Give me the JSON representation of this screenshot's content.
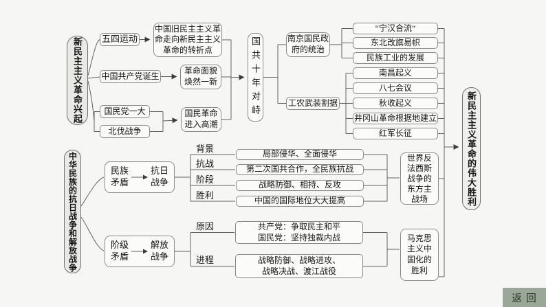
{
  "rise": {
    "root": "新民主主义革命兴起",
    "may4": "五四运动",
    "may4_result": "中国旧民主主义革\n命走向新民主主义\n革命的转折点",
    "ccp_birth": "中国共产党诞生",
    "ccp_result": "革命面貌\n焕然一新",
    "kmt_congress": "国民党一大",
    "northern_expedition": "北伐战争",
    "national_revolution": "国民革命\n进入高潮",
    "standoff": "国共十年对峙",
    "nanjing_gov": "南京国民政\n府的统治",
    "nanjing_items": [
      "“宁汉合流”",
      "东北改旗易帜",
      "民族工业的发展"
    ],
    "armed_separation": "工农武装割据",
    "armed_items": [
      "南昌起义",
      "八七会议",
      "秋收起义",
      "井冈山革命根据地建立",
      "红军长征"
    ]
  },
  "wars": {
    "root": "中华民族的抗日战争和解放战争",
    "national_conflict": "民族\n矛盾",
    "anti_japanese_war": "抗日\n战争",
    "aj_rows": [
      {
        "label": "背景",
        "text": "局部侵华、全面侵华"
      },
      {
        "label": "抗战",
        "text": "第二次国共合作，全民族抗战"
      },
      {
        "label": "阶段",
        "text": "战略防御、相持、反攻"
      },
      {
        "label": "胜利",
        "text": "中国的国际地位大大提高"
      }
    ],
    "aj_summary": "世界反\n法西斯\n战争的\n东方主\n战场",
    "class_conflict": "阶级\n矛盾",
    "liberation_war": "解放\n战争",
    "lib_rows": [
      {
        "label": "原因",
        "text": "共产党：争取民主和平\n国民党：坚持独裁内战"
      },
      {
        "label": "进程",
        "text": "战略防御、战略进攻、\n战略决战、渡江战役"
      }
    ],
    "lib_summary": "马克思\n主义中\n国化的\n胜利"
  },
  "victory": "新民主主义革命的伟大胜利",
  "footer": {
    "back": "返 回"
  },
  "colors": {
    "background": "#f6f6f4",
    "box_border": "#8a8a8a",
    "root_fill": "#e9e9e6",
    "line": "#616161",
    "back_button": "#9aa898"
  }
}
